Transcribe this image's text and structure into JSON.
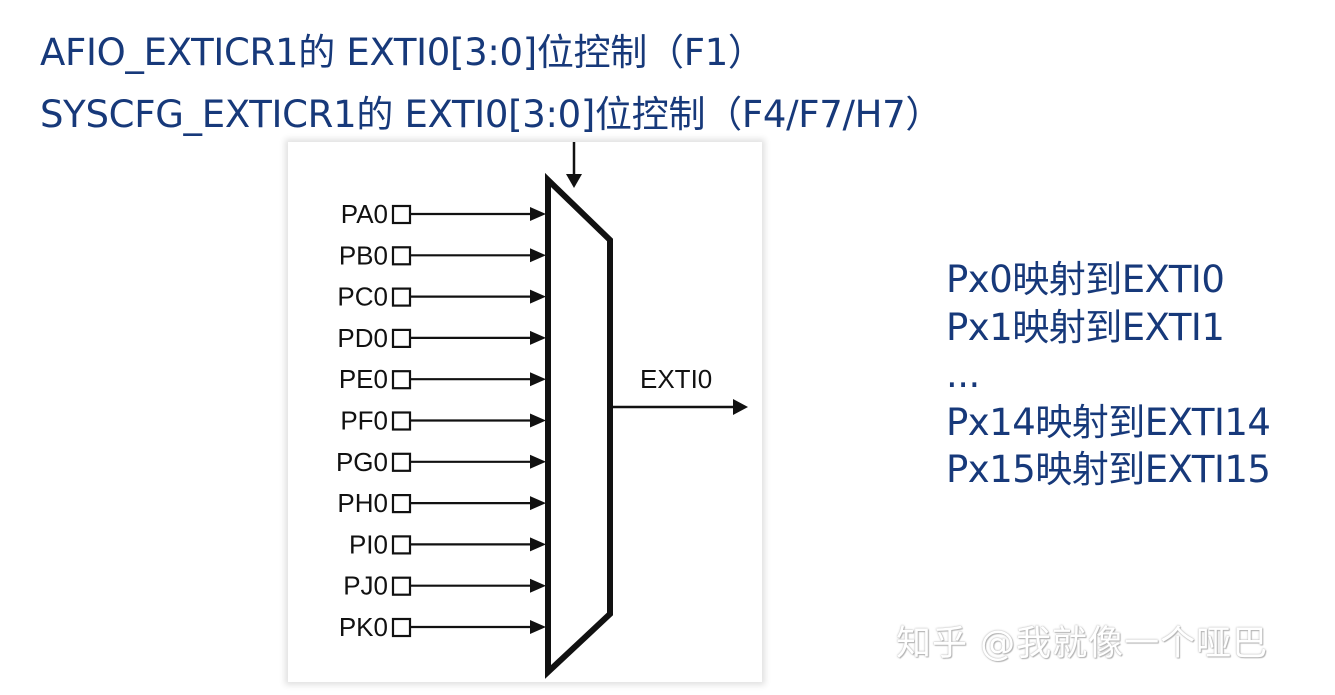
{
  "titles": {
    "line1": "AFIO_EXTICR1的 EXTI0[3:0]位控制（F1）",
    "line2": "SYSCFG_EXTICR1的 EXTI0[3:0]位控制（F4/F7/H7）"
  },
  "mux": {
    "inputs": [
      "PA0",
      "PB0",
      "PC0",
      "PD0",
      "PE0",
      "PF0",
      "PG0",
      "PH0",
      "PI0",
      "PJ0",
      "PK0"
    ],
    "output": "EXTI0"
  },
  "mapping": [
    "Px0映射到EXTI0",
    "Px1映射到EXTI1",
    "...",
    "Px14映射到EXTI14",
    "Px15映射到EXTI15"
  ],
  "watermark": "知乎 @我就像一个哑巴",
  "colors": {
    "title": "#17397a",
    "diagram_stroke": "#111111"
  }
}
